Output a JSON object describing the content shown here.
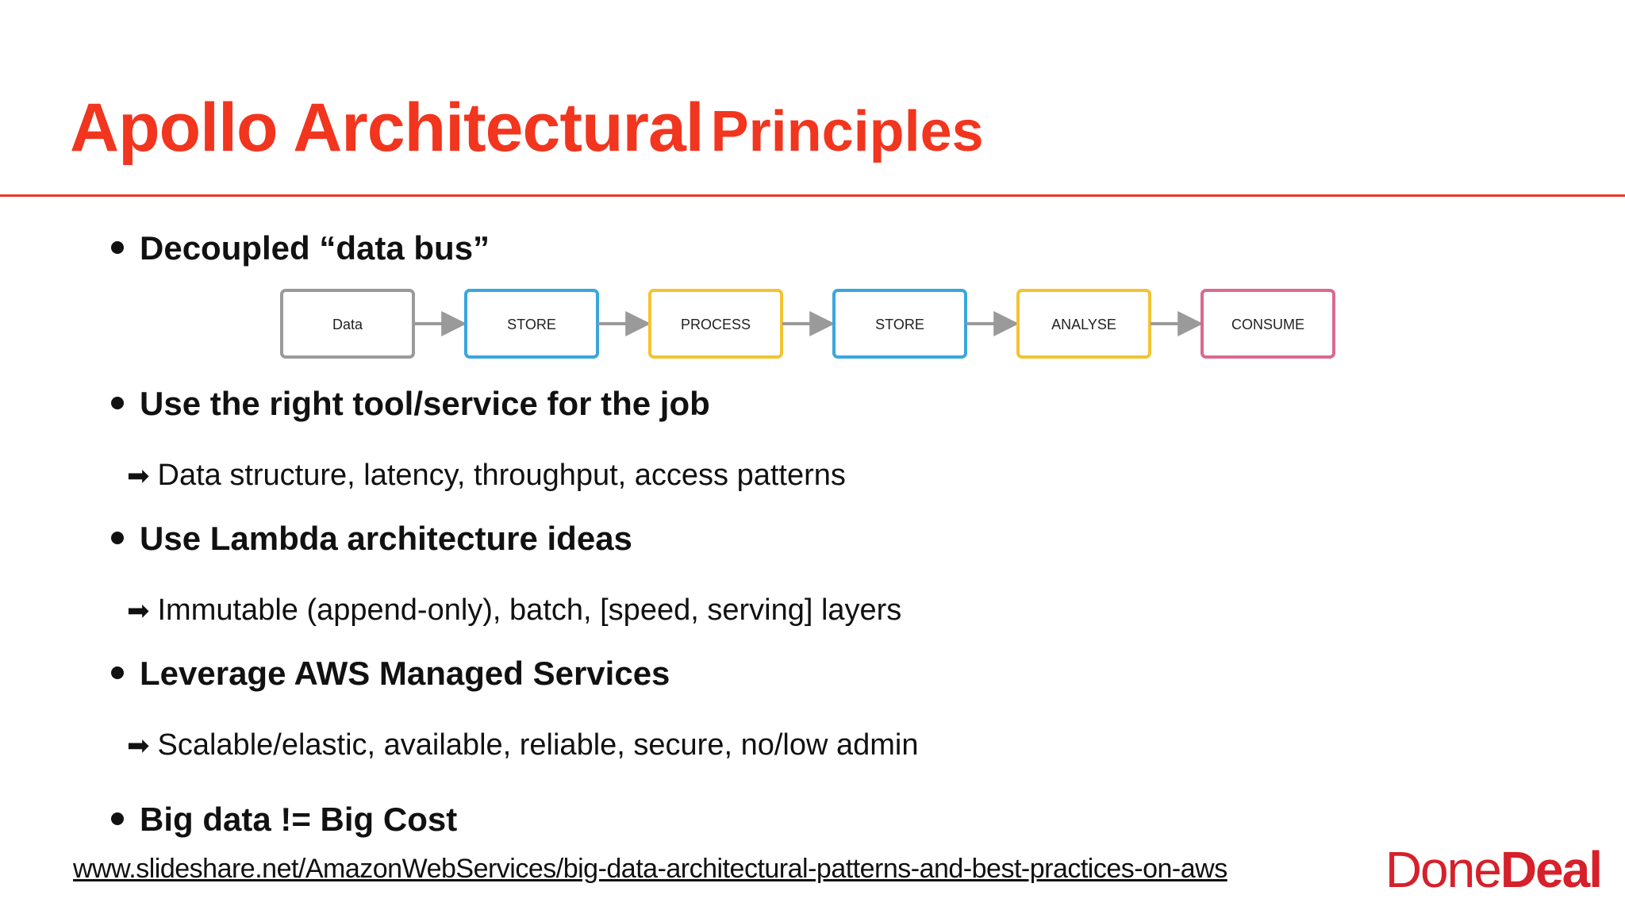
{
  "slide": {
    "title_main": "Apollo Architectural",
    "title_sub": "Principles",
    "bullets": [
      {
        "text": "Decoupled “data bus”"
      },
      {
        "text": "Use the right tool/service for the job",
        "sub": "Data structure, latency, throughput, access patterns"
      },
      {
        "text": "Use Lambda architecture ideas",
        "sub": "Immutable (append-only), batch, [speed, serving] layers"
      },
      {
        "text": "Leverage AWS Managed Services",
        "sub": "Scalable/elastic, available, reliable, secure, no/low admin"
      },
      {
        "text": "Big data != Big Cost"
      }
    ],
    "sub_arrow": "➡",
    "footer_link": "www.slideshare.net/AmazonWebServices/big-data-architectural-patterns-and-best-practices-on-aws",
    "logo_part1": "Done",
    "logo_part2": "Deal"
  },
  "flow": {
    "nodes": [
      {
        "label": "Data",
        "color": "#9a9a9a"
      },
      {
        "label": "STORE",
        "color": "#3aa6dd"
      },
      {
        "label": "PROCESS",
        "color": "#f3c431"
      },
      {
        "label": "STORE",
        "color": "#3aa6dd"
      },
      {
        "label": "ANALYSE",
        "color": "#f3c431"
      },
      {
        "label": "CONSUME",
        "color": "#d96a8e"
      }
    ],
    "arrow_color": "#9a9a9a"
  },
  "colors": {
    "accent": "#f2351e",
    "rule": "#e53a2b",
    "logo": "#d6202a"
  }
}
